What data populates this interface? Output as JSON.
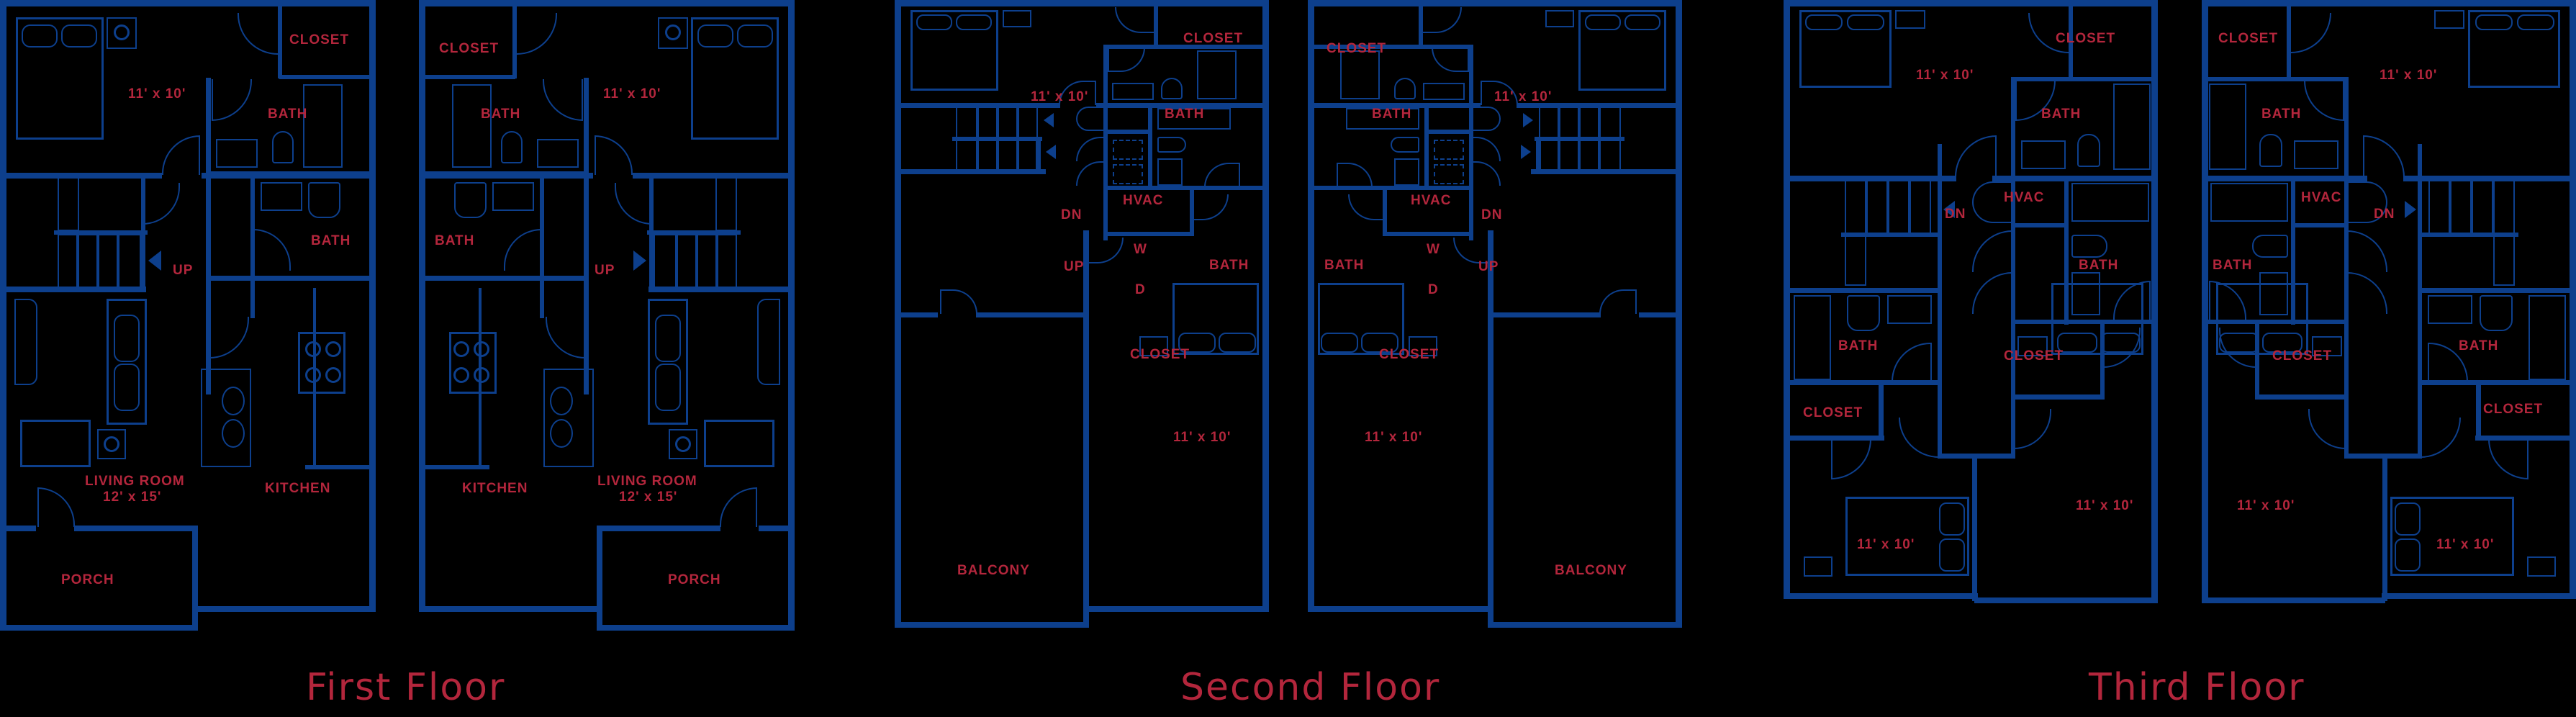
{
  "colors": {
    "background": "#000000",
    "walls": "#0d3f8c",
    "labels": "#b3263c"
  },
  "floors": [
    {
      "title": "First Floor",
      "units": [
        {
          "rooms": {
            "bedroom": "11' x 10'",
            "closet": "CLOSET",
            "bath1": "BATH",
            "bath2": "BATH",
            "stairs_up": "UP",
            "living": "LIVING ROOM",
            "living_size": "12' x 15'",
            "kitchen": "KITCHEN",
            "porch": "PORCH"
          }
        },
        {
          "rooms": {
            "bedroom": "11' x 10'",
            "closet": "CLOSET",
            "bath1": "BATH",
            "bath2": "BATH",
            "stairs_up": "UP",
            "living": "LIVING ROOM",
            "living_size": "12' x 15'",
            "kitchen": "KITCHEN",
            "porch": "PORCH"
          }
        }
      ]
    },
    {
      "title": "Second Floor",
      "units": [
        {
          "rooms": {
            "bedroom1": "11' x 10'",
            "closet1": "CLOSET",
            "bath1": "BATH",
            "hvac": "HVAC",
            "stairs_dn": "DN",
            "stairs_up": "UP",
            "washer": "W",
            "dryer": "D",
            "bath2": "BATH",
            "closet2": "CLOSET",
            "bedroom2": "11' x 10'",
            "balcony": "BALCONY"
          }
        },
        {
          "rooms": {
            "bedroom1": "11' x 10'",
            "closet1": "CLOSET",
            "bath1": "BATH",
            "hvac": "HVAC",
            "stairs_dn": "DN",
            "stairs_up": "UP",
            "washer": "W",
            "dryer": "D",
            "bath2": "BATH",
            "closet2": "CLOSET",
            "bedroom2": "11' x 10'",
            "balcony": "BALCONY"
          }
        }
      ]
    },
    {
      "title": "Third Floor",
      "units": [
        {
          "rooms": {
            "bedroom1": "11' x 10'",
            "closet1": "CLOSET",
            "bath1": "BATH",
            "hvac": "HVAC",
            "stairs_dn": "DN",
            "bath2": "BATH",
            "closet2": "CLOSET",
            "bath3": "BATH",
            "closet3": "CLOSET",
            "bedroom2": "11' x 10'",
            "bedroom3": "11' x 10'"
          }
        },
        {
          "rooms": {
            "bedroom1": "11' x 10'",
            "closet1": "CLOSET",
            "bath1": "BATH",
            "hvac": "HVAC",
            "stairs_dn": "DN",
            "bath2": "BATH",
            "closet2": "CLOSET",
            "bath3": "BATH",
            "closet3": "CLOSET",
            "bedroom2": "11' x 10'",
            "bedroom3": "11' x 10'"
          }
        }
      ]
    }
  ]
}
